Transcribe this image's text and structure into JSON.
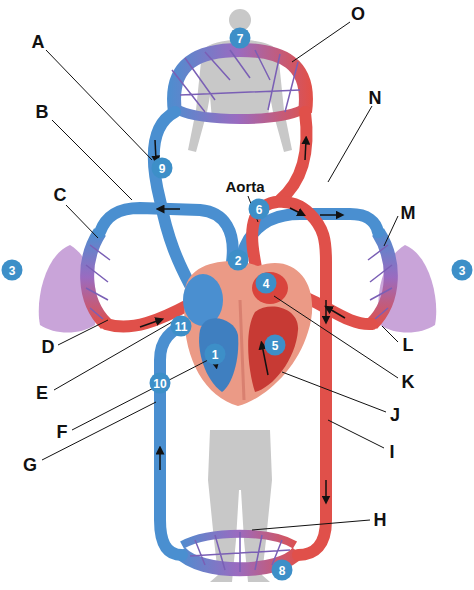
{
  "diagram": {
    "labels": [
      "A",
      "O",
      "7",
      "B",
      "N",
      "9",
      "Aorta",
      "6",
      "C",
      "M",
      "3",
      "3",
      "2",
      "4",
      "11",
      "D",
      "L",
      "E",
      "5",
      "K",
      "1",
      "10",
      "F",
      "J",
      "G",
      "I",
      "H",
      "8"
    ]
  }
}
